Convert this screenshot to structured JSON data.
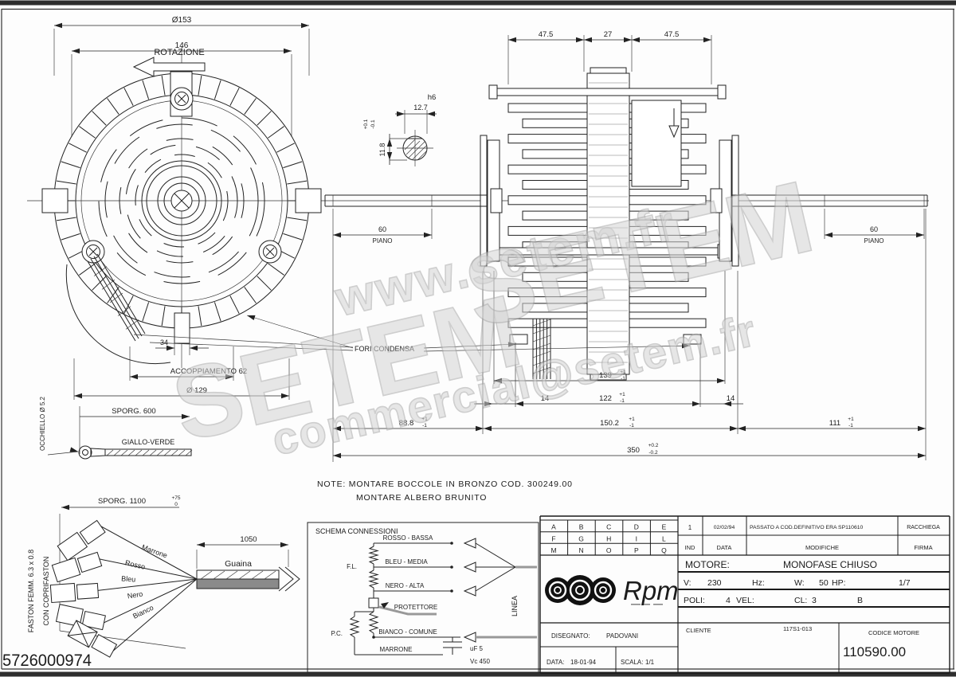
{
  "watermark": {
    "top": "www.setem.fr",
    "big1": "SETEM",
    "big2": "SETEM",
    "bottom": "commercial@setem.fr"
  },
  "front_view": {
    "dim_outer": "Ø153",
    "dim_inner": "146",
    "rotation": "ROTAZIONE",
    "dim_hub": "34",
    "coupling": "ACCOPPIAMENTO  62",
    "diameter": "Ø 129",
    "sporg": "SPORG.  600",
    "wire": "GIALLO-VERDE",
    "eyelet": "OCCHIELLO Ø 5.2"
  },
  "side_view": {
    "dim_a": "47.5",
    "dim_b": "27",
    "dim_c": "47.5",
    "fit": "h6",
    "dim_w": "12.7",
    "dim_h": "11.8",
    "tol_p": "+0.1",
    "tol_m": "-0.1",
    "dim_flat": "60",
    "piano": "PIANO",
    "fori": "FORI CONDENSA",
    "d139": "139",
    "d14": "14",
    "d122": "122",
    "d888": "88.8",
    "d1502": "150.2",
    "d111": "111",
    "d350": "350",
    "t1p": "+1",
    "t1m": "-1",
    "t02p": "+0.2",
    "t02m": "-0.2"
  },
  "note": {
    "l1": "NOTE:  MONTARE  BOCCOLE  IN  BRONZO  COD.  300249.00",
    "l2": "MONTARE  ALBERO  BRUNITO"
  },
  "harness": {
    "sporg": "SPORG. 1100",
    "tol_p": "+75",
    "tol_m": "0",
    "guaina_dim": "1050",
    "guaina": "Guaina",
    "wires": [
      "Marrone",
      "Rosso",
      "Bleu",
      "Nero",
      "Bianco"
    ],
    "faston": "FASTON FEMM. 6.3 x 0.8",
    "coprifaston": "CON COPRIFASTON",
    "part_number": "5726000974"
  },
  "schema": {
    "title": "SCHEMA CONNESSIONI",
    "fl": "F.L.",
    "pc": "P.C.",
    "bassa": "ROSSO - BASSA",
    "media": "BLEU - MEDIA",
    "alta": "NERO - ALTA",
    "protettore": "PROTETTORE",
    "comune": "BIANCO - COMUNE",
    "marrone": "MARRONE",
    "linea": "LINEA",
    "cap_uf": "uF 5",
    "cap_vc": "Vc 450"
  },
  "titleblock": {
    "letters": [
      "A",
      "B",
      "C",
      "D",
      "E",
      "F",
      "G",
      "H",
      "I",
      "L",
      "M",
      "N",
      "O",
      "P",
      "Q"
    ],
    "rev": {
      "ind": "1",
      "date": "02/02/94",
      "mod": "PASSATO A COD.DEFINITIVO ERA  SP110610",
      "firma": "RACCHIEGA"
    },
    "hdr": {
      "ind": "IND",
      "date": "DATA",
      "mod": "MODIFICHE",
      "firma": "FIRMA"
    },
    "logo": "Rpm",
    "motore_label": "MOTORE:",
    "motore": "MONOFASE CHIUSO",
    "v_label": "V:",
    "v": "230",
    "hz_label": "Hz:",
    "w_label": "W:",
    "w": "50",
    "hp_label": "HP:",
    "hp": "1/7",
    "poli_label": "POLI:",
    "poli": "4",
    "vel_label": "VEL:",
    "cl_label": "CL:",
    "cl": "3",
    "klass": "B",
    "disegnato_label": "DISEGNATO:",
    "disegnato": "PADOVANI",
    "data_label": "DATA:",
    "data": "18-01-94",
    "scala_label": "SCALA:",
    "scala": "1/1",
    "cliente_label": "CLIENTE",
    "cliente": "117S1-013",
    "codice_label": "CODICE MOTORE",
    "codice": "110590.00"
  }
}
